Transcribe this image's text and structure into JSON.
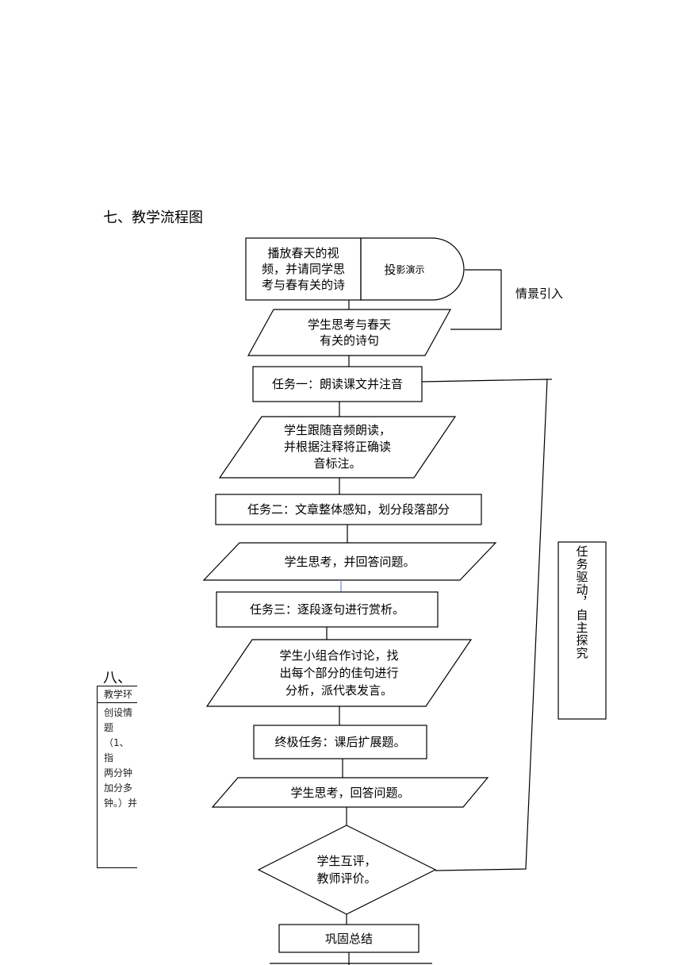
{
  "section_title": "七、教学流程图",
  "section_title_2": "八、",
  "table_header": "教学环",
  "table_body": "创设情\n题\n（1、指\n两分钟\n加分多\n钟。）并",
  "flow": {
    "video_step": "播放春天的视\n频，并请同学思\n考与春有关的诗",
    "projection_main": "投",
    "projection_rest": "影演示",
    "scene_intro": "情景引入",
    "student_think_1": "学生思考与春天\n有关的诗句",
    "task_1": "任务一：朗读课文并注音",
    "student_read": "学生跟随音频朗读，\n并根据注释将正确读\n音标注。",
    "task_2": "任务二：文章整体感知，划分段落部分",
    "student_think_2": "学生思考，并回答问题。",
    "task_3": "任务三：逐段逐句进行赏析。",
    "student_group": "学生小组合作讨论，找\n出每个部分的佳句进行\n分析，派代表发言。",
    "final_task": "终极任务：课后扩展题。",
    "student_think_3": "学生思考，回答问题。",
    "evaluation": "学生互评，\n教师评价。",
    "task_driven": "任务驱动，自主探究",
    "summary": "巩固总结"
  }
}
